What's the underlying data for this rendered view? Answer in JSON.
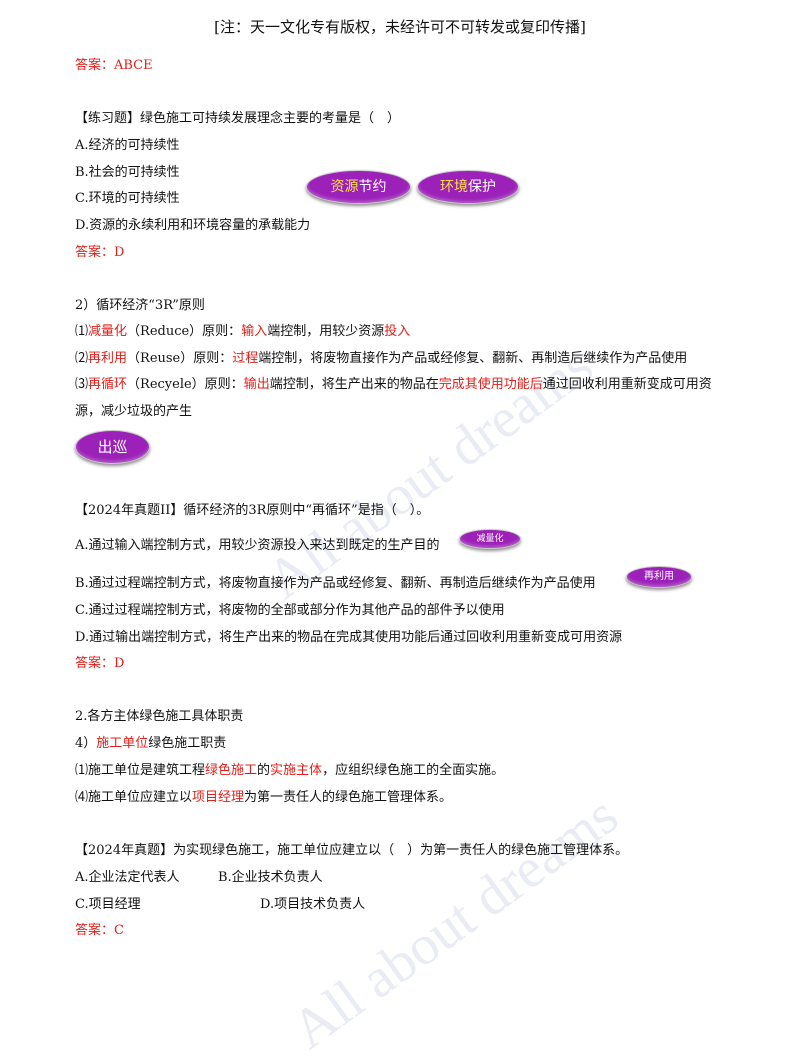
{
  "header": "[注：天一文化专有版权，未经许可不可转发或复印传播]",
  "watermark": "All about dreams",
  "q0": {
    "answer": "答案：ABCE"
  },
  "q1": {
    "stem": "【练习题】绿色施工可持续发展理念主要的考量是（　）",
    "opt_a": "A.经济的可持续性",
    "opt_b": "B.社会的可持续性",
    "opt_c": "C.环境的可持续性",
    "opt_d": "D.资源的永续利用和环境容量的承载能力",
    "answer": "答案：D",
    "pill1_a": "资源",
    "pill1_b": "节约",
    "pill2_a": "环境",
    "pill2_b": "保护"
  },
  "sec3r": {
    "title": "2）循环经济“3R”原则",
    "l1_a": "⑴",
    "l1_b": "减量化",
    "l1_c": "（Reduce）原则：",
    "l1_d": "输入",
    "l1_e": "端控制，用较少资源",
    "l1_f": "投入",
    "l2_a": "⑵",
    "l2_b": "再利用",
    "l2_c": "（Reuse）原则：",
    "l2_d": "过程",
    "l2_e": "端控制，将废物直接作为产品或经修复、翻新、再制造后继续作为产品使用",
    "l3_a": "⑶",
    "l3_b": "再循环",
    "l3_c": "（Recyele）原则：",
    "l3_d": "输出",
    "l3_e": "端控制，将生产出来的物品在",
    "l3_f": "完成其使用功能后",
    "l3_g": "通过回收利用重新变成可用资",
    "l3_h": "源，减少垃圾的产生",
    "pill": "出巡"
  },
  "q2": {
    "stem": "【2024年真题II】循环经济的3R原则中“再循环”是指（　）。",
    "opt_a": "A.通过输入端控制方式，用较少资源投入来达到既定的生产目的",
    "opt_b": "B.通过过程端控制方式，将废物直接作为产品或经修复、翻新、再制造后继续作为产品使用",
    "opt_c": "C.通过过程端控制方式，将废物的全部或部分作为其他产品的部件予以使用",
    "opt_d": "D.通过输出端控制方式，将生产出来的物品在完成其使用功能后通过回收利用重新变成可用资源",
    "answer": "答案：D",
    "pill_a": "减量化",
    "pill_b": "再利用"
  },
  "sec2": {
    "title": "2.各方主体绿色施工具体职责",
    "sub_a": "4）",
    "sub_b": "施工单位",
    "sub_c": "绿色施工职责",
    "l1_a": "⑴施工单位是建筑工程",
    "l1_b": "绿色施工",
    "l1_c": "的",
    "l1_d": "实施主体",
    "l1_e": "，应组织绿色施工的全面实施。",
    "l2_a": "⑷施工单位应建立以",
    "l2_b": "项目经理",
    "l2_c": "为第一责任人的绿色施工管理体系。"
  },
  "q3": {
    "stem": "【2024年真题】为实现绿色施工，施工单位应建立以（　）为第一责任人的绿色施工管理体系。",
    "opt_a": "A.企业法定代表人",
    "opt_b": "B.企业技术负责人",
    "opt_c": "C.项目经理",
    "opt_d": "D.项目技术负责人",
    "answer": "答案：C"
  }
}
